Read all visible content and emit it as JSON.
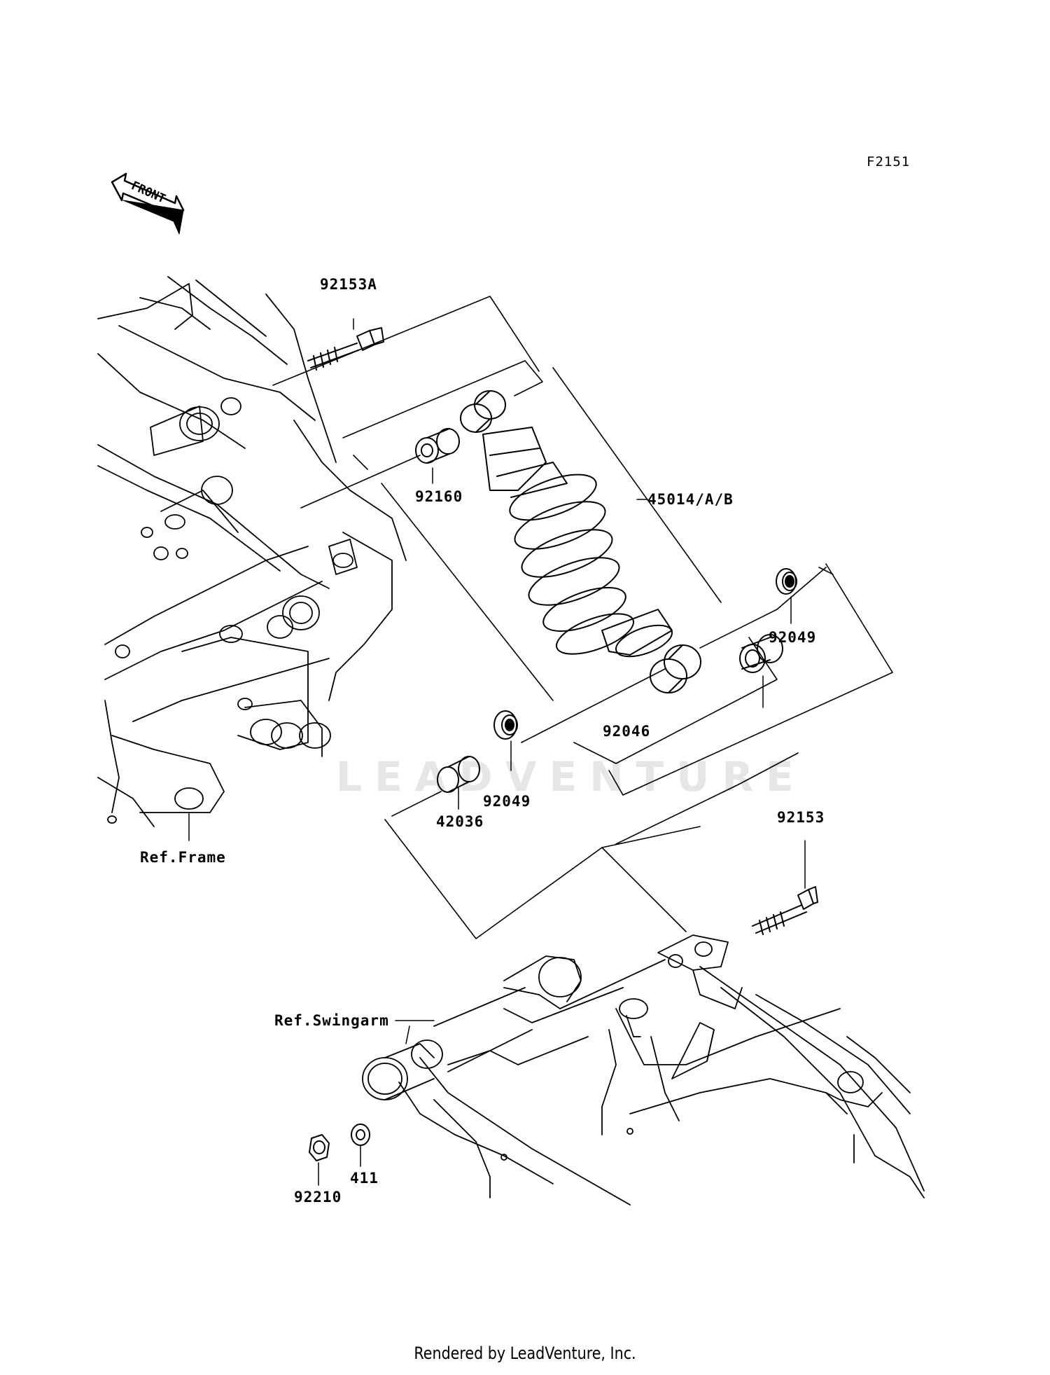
{
  "figure_code": "F2151",
  "front_marker": "FRONT",
  "watermark": "LEADVENTURE",
  "footer": "Rendered by LeadVenture, Inc.",
  "callouts": [
    {
      "id": "bolt-upper",
      "text": "92153A"
    },
    {
      "id": "bushing-upper",
      "text": "92160"
    },
    {
      "id": "shock-absorber",
      "text": "45014/A/B"
    },
    {
      "id": "seal-right",
      "text": "92049"
    },
    {
      "id": "needle-bearing",
      "text": "92046"
    },
    {
      "id": "seal-left",
      "text": "92049"
    },
    {
      "id": "sleeve",
      "text": "42036"
    },
    {
      "id": "bolt-lower",
      "text": "92153"
    },
    {
      "id": "ref-frame",
      "text": "Ref.Frame"
    },
    {
      "id": "ref-swingarm",
      "text": "Ref.Swingarm"
    },
    {
      "id": "washer",
      "text": "411"
    },
    {
      "id": "nut",
      "text": "92210"
    }
  ]
}
